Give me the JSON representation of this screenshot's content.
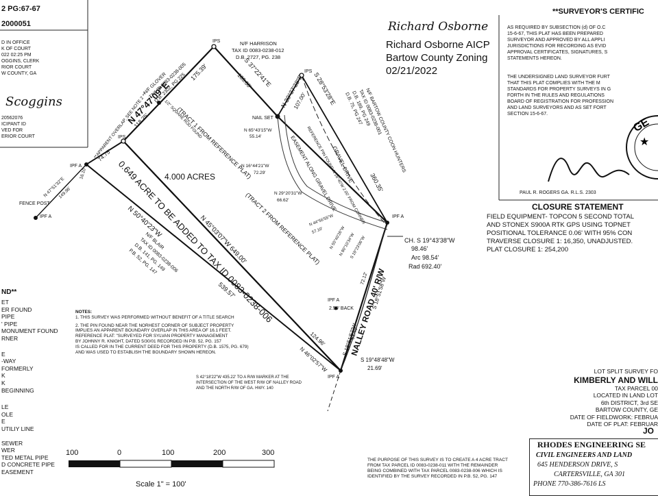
{
  "header": {
    "book_page": "2 PG:67-67",
    "file_no": "2000051"
  },
  "clerk_block": {
    "lines": [
      "D IN OFFICE",
      "K OF COURT",
      "022 02:25 PM",
      "OGGINS, CLERK",
      "RIOR COURT",
      "W COUNTY, GA"
    ],
    "signature": "Scoggins",
    "lines2": [
      "20562076",
      "ICIPANT ID",
      "VED FOR",
      "ERIOR COURT"
    ]
  },
  "approval": {
    "signature": "Richard Osborne",
    "name": "Richard Osborne AICP",
    "org": "Bartow County Zoning",
    "date": "02/21/2022"
  },
  "surveyor_cert": {
    "title": "**SURVEYOR'S CERTIFIC",
    "para1": [
      "AS REQUIRED BY SUBSECTION (d) OF O.C",
      "15-6-67, THIS PLAT HAS BEEN PREPARED",
      "SURVEYOR AND APPROVED BY ALL APPLI",
      "JURISDICTIONS FOR RECORDING AS EVID",
      "APPROVAL CERTIFICATES, SIGNATURES, S",
      "STATEMENTS HEREON."
    ],
    "para2": [
      "THE UNDERSIGNED LAND SURVEYOR FURT",
      "THAT THIS PLAT COMPLIES WITH THE M",
      "STANDARDS FOR PROPERTY SURVEYS IN G",
      "FORTH IN THE RULES AND REGULATIONS",
      "BOARD OF REGISTRATION FOR PROFESSION",
      "AND LAND SURVEYORS AND AS SET FORT",
      "SECTION 15-6-67."
    ],
    "seal_text": "GE",
    "signer": "PAUL R. ROGERS GA. R.L.S. 2303"
  },
  "closure": {
    "title": "CLOSURE STATEMENT",
    "lines": [
      "FIELD EQUIPMENT- TOPCON 5 SECOND TOTAL",
      "AND STONEX S900A RTK GPS USING TOPNET",
      "POSITIONAL TOLERANCE 0.06' WITH 95% CON",
      "TRAVERSE CLOSURE 1: 16,350, UNADJUSTED.",
      "PLAT CLOSURE 1: 254,200"
    ]
  },
  "legend": {
    "title": "ND**",
    "items": [
      "ET",
      "ER FOUND",
      "PIPE",
      "' PIPE",
      "MONUMENT FOUND",
      "RNER",
      "E",
      "-WAY",
      "FORMERLY",
      "K",
      "K",
      "BEGINNING",
      "LE",
      "OLE",
      "E",
      "UTILIY LINE",
      "SEWER",
      "WER",
      "TED METAL PIPE",
      "D CONCRETE PIPE",
      "EASEMENT"
    ]
  },
  "notes": {
    "title": "NOTES:",
    "items": [
      "1. THIS SURVEY WAS PERFORMED WITHOUT BENEFIT OF A TITLE SEARCH",
      "2. THE PIN FOUND NEAR THE NORHEST CORNER OF SUBJECT PROPERTY",
      "IMPLIES AN APPARENT BOUNDARY OVERLAP IN THIS AREA OF 16.1 FEET.",
      "REFERENCE PLAT: \"SURVEYED FOR SYLVAN PROPERTY MANAGEMENT",
      "BY JOHNNY R. KNIGHT, DATED 5/30/01 RECORDED IN P.B. 52, PG. 157",
      "IS CALLED FOR IN THE CURRENT DEED FOR THIS PROPERTY (D.B. 1575, PG. 679)",
      "AND WAS USED TO ESTABLISH THE BOUNDARY SHOWN HEREON."
    ]
  },
  "purpose": [
    "THE PURPOSE OF THIS SURVEY IS TO CREATE A 4 ACRE TRACT",
    "FROM TAX PARCEL ID 0083-0238-011 WITH THE REMAINDER",
    "BEING COMBINED WITH TAX PARCEL 0083-0238-006 WHICH IS",
    "IDENTIFIED BY THE SURVEY RECORDED IN P.B. 52, PG. 147"
  ],
  "title_block": {
    "lines1": [
      "LOT SPLIT SURVEY FO",
      "KIMBERLY AND WILL",
      "TAX PARCEL 00",
      "LOCATED IN LAND LOT",
      "6th DISTRICT, 3rd SE",
      "BARTOW COUNTY, GE",
      "DATE OF FIELDWORK: FEBRUA",
      "DATE OF PLAT: FEBRUAR"
    ],
    "job": "JO",
    "firm": "RHODES ENGINEERING SE",
    "firm_sub": "CIVIL ENGINEERS AND LAND",
    "address": "645 HENDERSON DRIVE, S",
    "city": "CARTERSVILLE, GA   301",
    "phone": "PHONE 770-386-7616   LS"
  },
  "scale": {
    "ticks": [
      "100",
      "0",
      "100",
      "200",
      "300"
    ],
    "label": "Scale 1\" = 100'"
  },
  "plat_labels": {
    "acres_main": "4.000 ACRES",
    "acres_added": "0.649 ACRE TO BE ADDED TO TAX ID 0083-0238-006",
    "bearing_n47": "N 47°47'09\"E",
    "dist_17539": "175.39'",
    "dist_11825": "118.25'",
    "dist_7475": "74.75'",
    "bearing_n45": "N 45°03'07\"W 649.00'",
    "bearing_n50": "N 50°40'23\"W",
    "dist_53957": "539.57'",
    "dist_12496": "124.96'",
    "bearing_n46": "N 46°02'57\"W",
    "bearing_s37": "S 37°22'41\"E",
    "dist_18500": "185.00'",
    "bearing_n30": "N 30°37'38\"E",
    "dist_10700": "107.00'",
    "bearing_s28": "S 28°53'28\"E",
    "dist_36035": "360.35'",
    "nail_set": "NAIL SET",
    "call_a": "N 65°43'15\"W",
    "call_a_d": "55.14'",
    "call_b": "N 16°44'21\"W",
    "call_b_d": "72.29'",
    "call_c": "N 29°20'31\"W",
    "call_c_d": "66.62'",
    "call_d": "N 44°56'55\"W",
    "call_d_d": "57.10'",
    "call_e": "N 55°40'26\"W",
    "call_e_d": "20.31'",
    "call_f": "N 80°10'34\"W",
    "call_f_d": "14.79'",
    "call_g": "S 19°23'06\"W",
    "tract1": "(TRACT 1 FROM REFERENCE PLAT)",
    "tract2": "(TRACT 2 FROM REFERENCE PLAT)",
    "easement": "EASEMENT ALONG GRAVEL DRIVE",
    "ref_pin": "REFERENCE PIN FOUND N 16°40'W 2.00' FROM CORNER",
    "gravel_drive": "GRAVEL DRIVE",
    "nalley_road": "NALLEY ROAD 40' R/W",
    "ch": "CH. S 19°43'38\"W",
    "ch_d": "98.46'",
    "arc": "Arc 98.54'",
    "rad": "Rad 692.40'",
    "s18a": "S 18°51'57\"W",
    "s18a_d": "51.49'",
    "s18b": "S 18°51'58\"W",
    "s18b_d": "72.12'",
    "s19": "S 19°48'48\"W",
    "s19_d": "21.69'",
    "ipf_a": "IPF A",
    "ips": "IPS",
    "back": "2.50' BACK",
    "fence_post": "FENCE POST",
    "n47_left": "N 47°51'32\"E",
    "n47_left_d": "149.96'",
    "dist_1610": "16.10'",
    "overlap": "**APPARENT OVERLAP, SEE NOTE 2 **",
    "rebar": "1/2\" SQUARE ROD FOUND",
    "glover": [
      "N/F GLOVER",
      "TAX ID 0083-0238-005",
      "D.B. 2302, PG 225"
    ],
    "harrison": [
      "N/F HARRISON",
      "TAX ID 0083-0238-012",
      "D.B. 2727, PG. 238"
    ],
    "coon": [
      "N/F BARTOW COUNTY COON HUNTERS",
      "TAX ID 0083-0238-001",
      "D.B. 189, PG 249",
      "D.B. 75, PG 247"
    ],
    "blair": [
      "N/F BLAIR",
      "TAX ID 0083-0238-006",
      "D.B. 141, PG. 149",
      "P.B. 52, PG. 147"
    ],
    "tie": [
      "S 42°18'22\"W 435.22' TO A R/W MARKER AT THE",
      "INTERSECTION OF THE WEST R/W OF NALLEY ROAD",
      "AND THE NORTH R/W OF GA. HWY. 140"
    ]
  }
}
